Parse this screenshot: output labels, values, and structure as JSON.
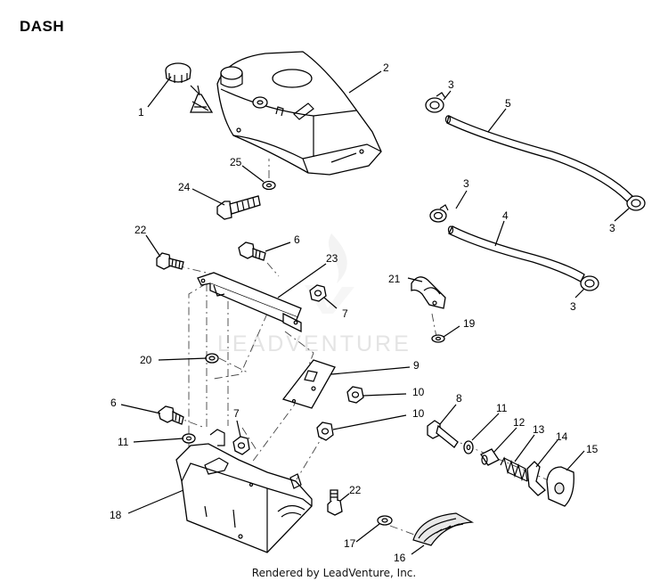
{
  "diagram": {
    "title": "DASH",
    "footer": "Rendered by LeadVenture, Inc.",
    "watermark": "LEADVENTURE"
  },
  "callouts": {
    "c1": "1",
    "c2": "2",
    "c3a": "3",
    "c3b": "3",
    "c3c": "3",
    "c3d": "3",
    "c4": "4",
    "c5": "5",
    "c6a": "6",
    "c6b": "6",
    "c7a": "7",
    "c7b": "7",
    "c8": "8",
    "c9": "9",
    "c10a": "10",
    "c10b": "10",
    "c11a": "11",
    "c11b": "11",
    "c12": "12",
    "c13": "13",
    "c14": "14",
    "c15": "15",
    "c16": "16",
    "c17": "17",
    "c18": "18",
    "c19": "19",
    "c20": "20",
    "c21": "21",
    "c22a": "22",
    "c22b": "22",
    "c23": "23",
    "c24": "24",
    "c25": "25"
  }
}
